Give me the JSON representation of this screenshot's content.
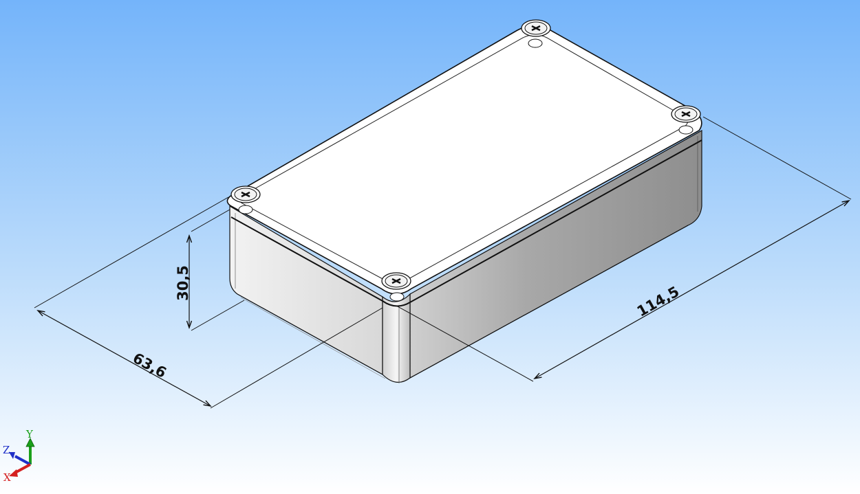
{
  "drawing": {
    "dimensions": {
      "height": "30,5",
      "width": "63,6",
      "length": "114,5"
    },
    "triad": {
      "x_label": "X",
      "y_label": "Y",
      "z_label": "Z",
      "x_color": "#d42020",
      "y_color": "#1aa01a",
      "z_color": "#2030c8"
    },
    "colors": {
      "background_top": "#74b4fa",
      "background_bottom": "#ffffff",
      "lid": "#ffffff",
      "side_light": "#dcdcdc",
      "side_dark": "#9a9a9a",
      "edge": "#111111"
    }
  }
}
